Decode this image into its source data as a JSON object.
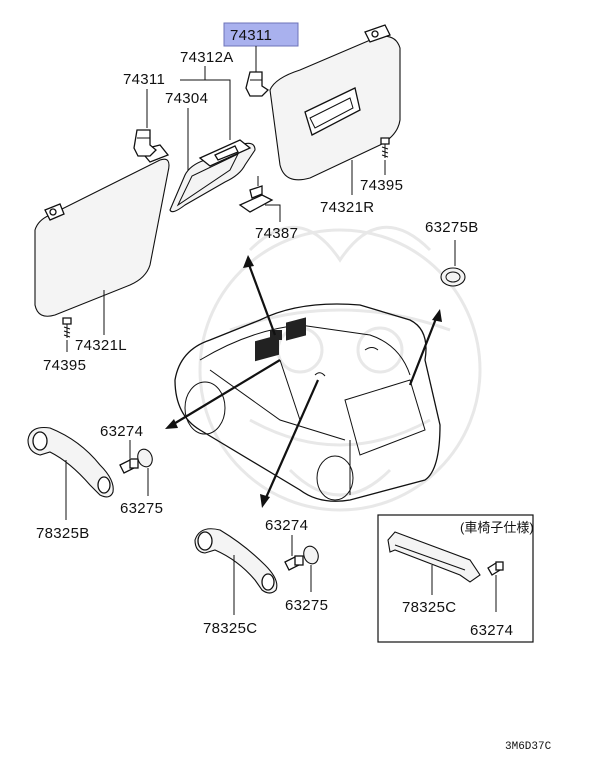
{
  "diagram": {
    "highlight_color": "#a9b1ee",
    "highlighted_part": "74311",
    "labels": {
      "p74311_top": "74311",
      "p74312a": "74312A",
      "p74311_left": "74311",
      "p74304": "74304",
      "p74395_right": "74395",
      "p74321r": "74321R",
      "p74387": "74387",
      "p63275b": "63275B",
      "p74321l": "74321L",
      "p74395_left": "74395",
      "p63274_a": "63274",
      "p63275_a": "63275",
      "p78325b": "78325B",
      "p63274_b": "63274",
      "p63275_b": "63275",
      "p78325c": "78325C",
      "inset_title": "(車椅子仕様)",
      "inset_78325c": "78325C",
      "inset_63274": "63274"
    },
    "code": "3M6D37C"
  }
}
